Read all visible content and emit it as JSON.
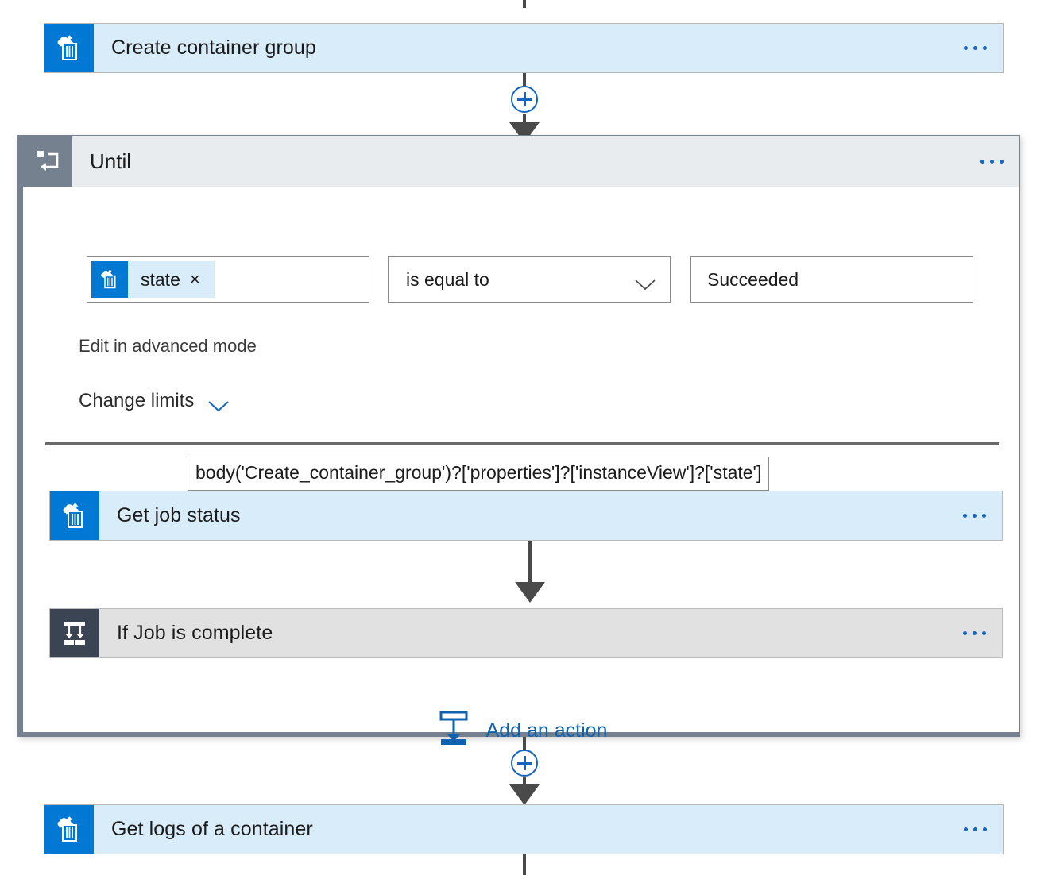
{
  "designer": {
    "nodes": {
      "create_container_group": {
        "title": "Create container group",
        "icon": "container-upload-icon",
        "menu": "more-commands-ellipsis"
      },
      "until_scope": {
        "title": "Until",
        "icon": "loop-until-icon",
        "menu": "more-commands-ellipsis"
      },
      "get_job_status": {
        "title": "Get job status",
        "icon": "container-upload-icon",
        "menu": "more-commands-ellipsis"
      },
      "if_job_is_complete": {
        "title": "If Job is complete",
        "icon": "condition-branch-icon",
        "menu": "more-commands-ellipsis"
      },
      "get_logs_of_a_container": {
        "title": "Get logs of a container",
        "icon": "container-upload-icon",
        "menu": "more-commands-ellipsis"
      }
    },
    "until_condition": {
      "token": {
        "label": "state",
        "icon": "container-upload-icon",
        "remove_glyph": "×"
      },
      "operator": {
        "value": "is equal to",
        "chevron": "chevron-down-icon"
      },
      "value": "Succeeded",
      "advanced_mode_link": "Edit in advanced mode",
      "tooltip": "body('Create_container_group')?['properties']?['instanceView']?['state']",
      "change_limits": {
        "label": "Change limits",
        "chevron": "chevron-down-icon"
      }
    },
    "add_action": {
      "label": "Add an action",
      "icon": "add-action-icon"
    },
    "connectors": {
      "insert_glyph": "+"
    },
    "colors": {
      "accent_blue": "#0078d4",
      "link_blue": "#0f62b0",
      "card_fill": "#d9ecf9",
      "scope_chrome": "#76818f",
      "condition_chrome": "#3b4452",
      "arrow_gray": "#4a4a4a"
    }
  }
}
